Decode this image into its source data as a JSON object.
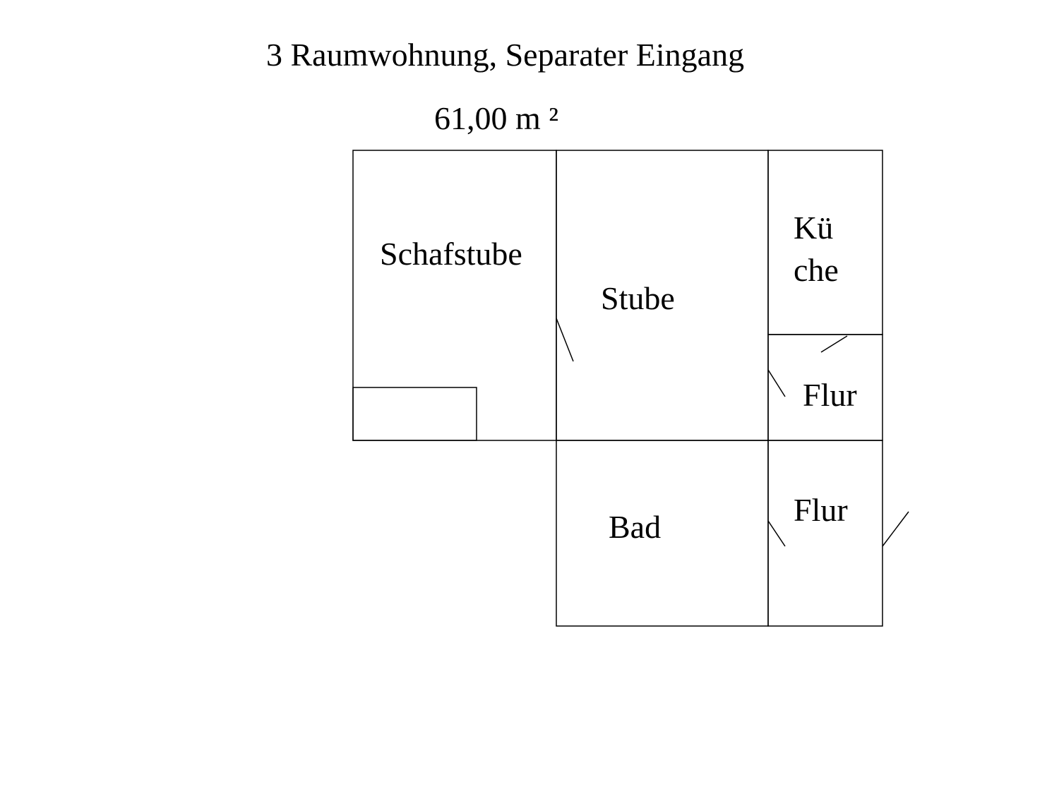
{
  "title": "3 Raumwohnung, Separater Eingang",
  "area": "61,00 m ²",
  "rooms": {
    "schlafstube": "Schafstube",
    "stube": "Stube",
    "kueche_line1": "Kü",
    "kueche_line2": "che",
    "flur_upper": "Flur",
    "flur_lower": "Flur",
    "bad": "Bad"
  },
  "colors": {
    "line": "#000000",
    "background": "#ffffff"
  }
}
